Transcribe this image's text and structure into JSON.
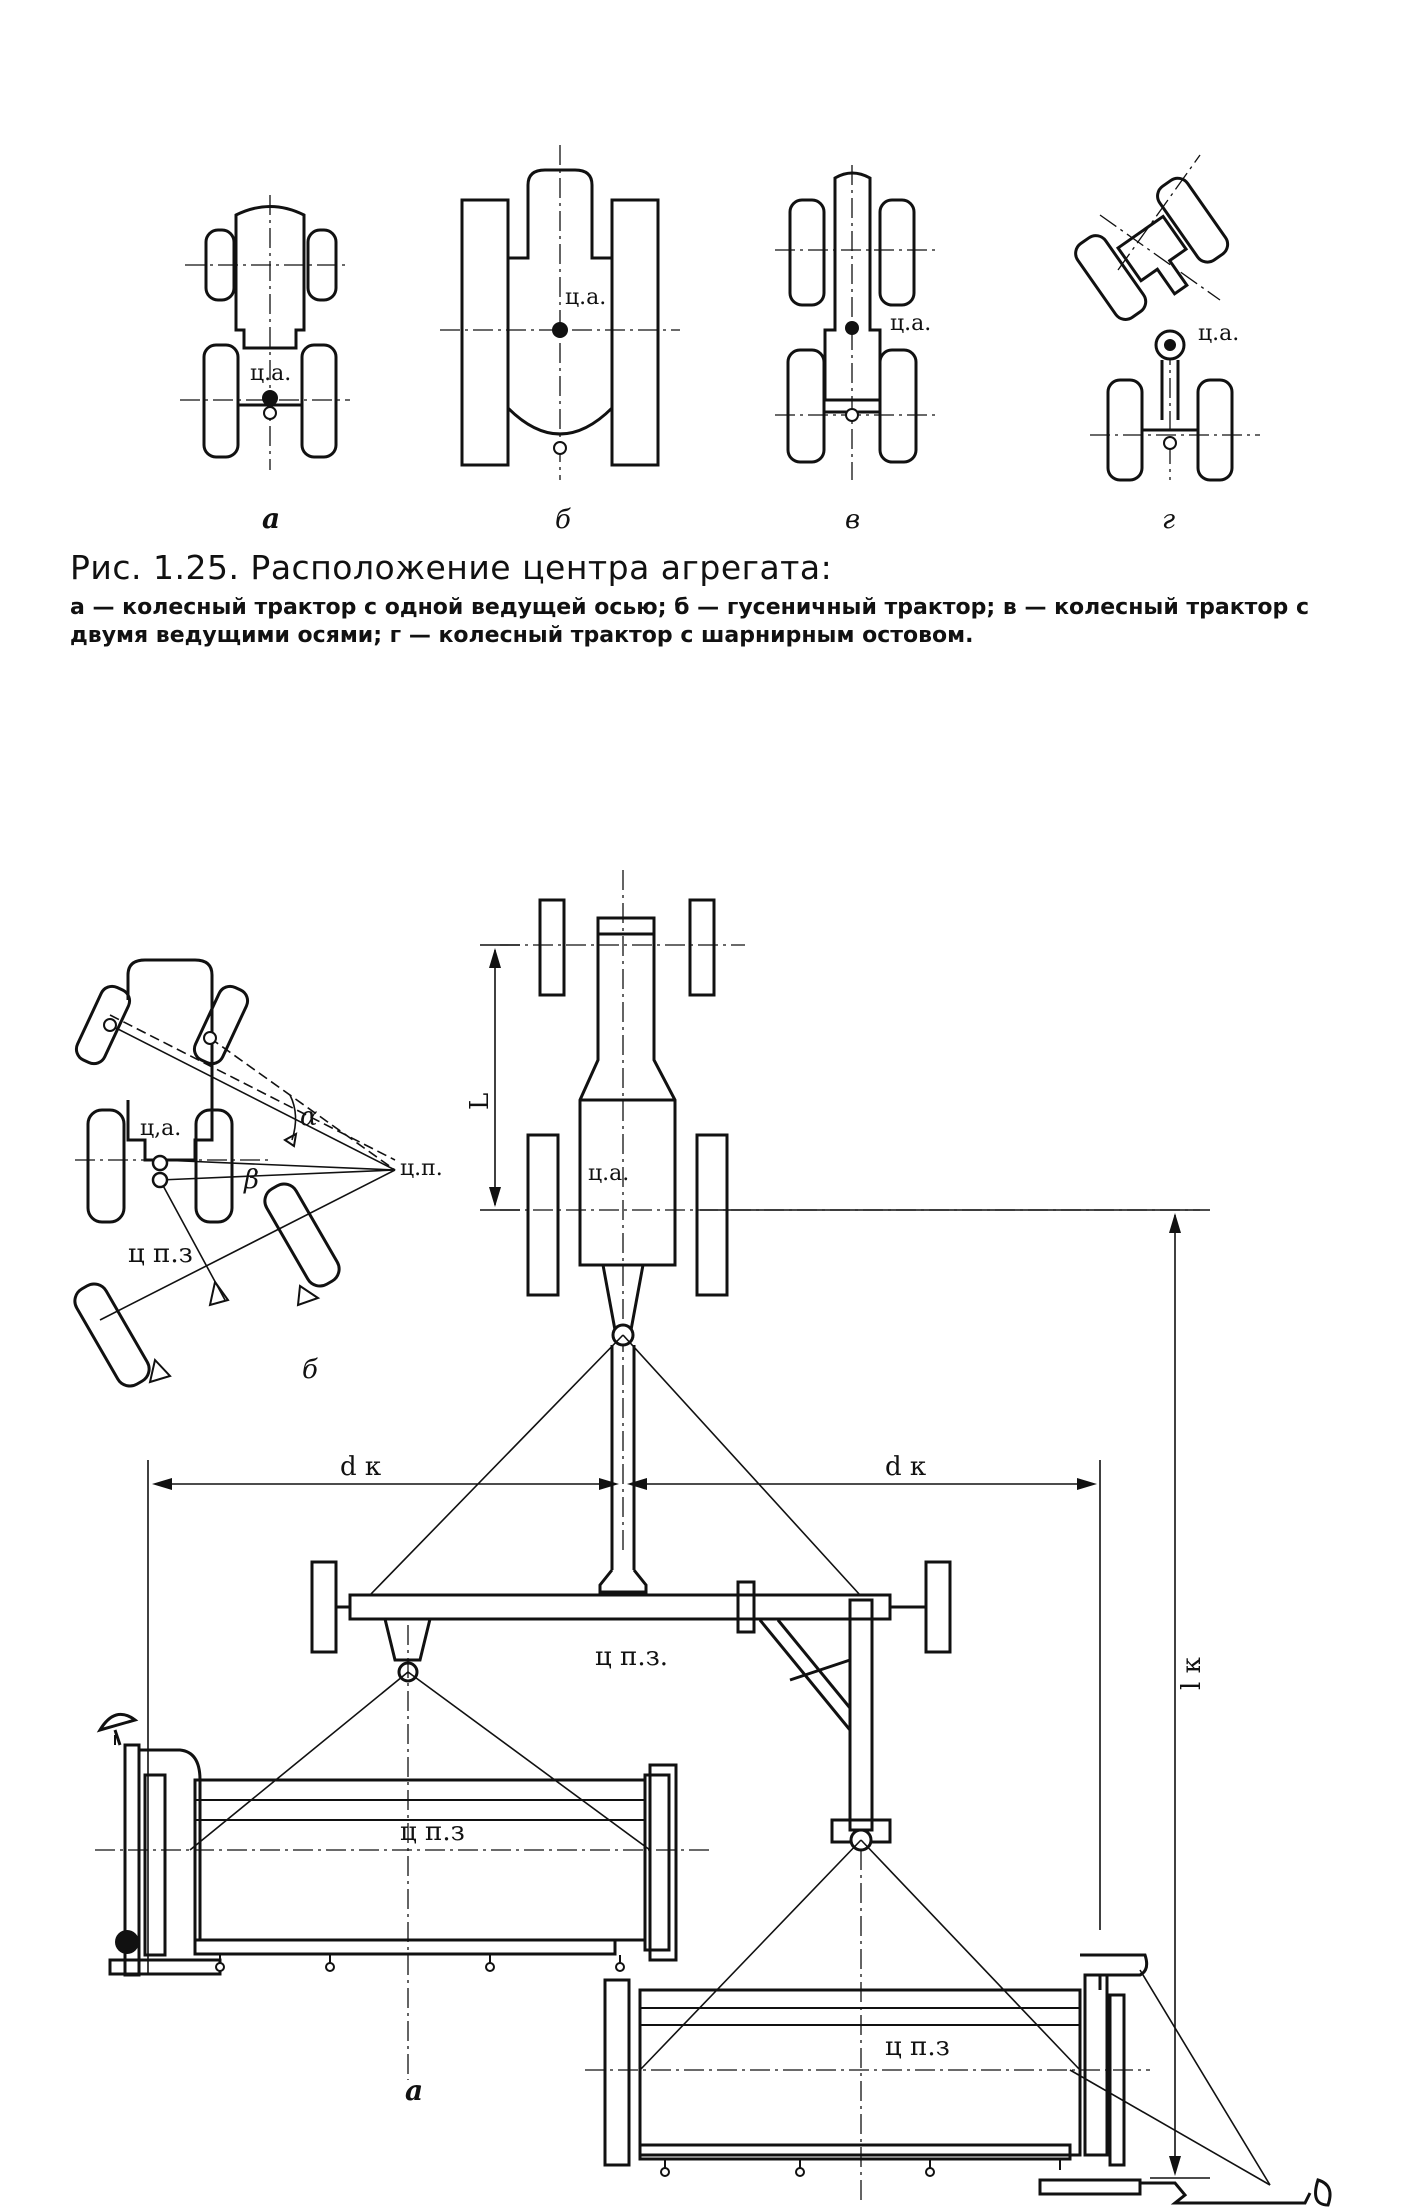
{
  "fig1": {
    "labels": {
      "a": "ц.а.",
      "b": "ц.а.",
      "v": "ц.а.",
      "g": "ц.а."
    },
    "sub": {
      "a": "а",
      "b": "б",
      "v": "в",
      "g": "г"
    },
    "caption_title": "Рис. 1.25. Расположение центра агрегата:",
    "caption_text": "а — колесный трактор с одной ведущей осью; б — гусеничный трактор; в — колесный трактор с двумя ведущими осями; г — колесный трактор с шарнирным остовом."
  },
  "fig2": {
    "small": {
      "ca": "ц,а.",
      "cp": "ц.п.",
      "cpz": "ц п.з",
      "alpha": "α",
      "beta": "β",
      "sub": "б"
    },
    "main": {
      "L": "L",
      "ca": "ц.а.",
      "dk_left": "d к",
      "dk_right": "d к",
      "lk": "l к",
      "cpz_hitch": "ц п.з.",
      "cpz_left": "ц п.з",
      "cpz_right": "ц п.з",
      "sub": "а"
    }
  }
}
